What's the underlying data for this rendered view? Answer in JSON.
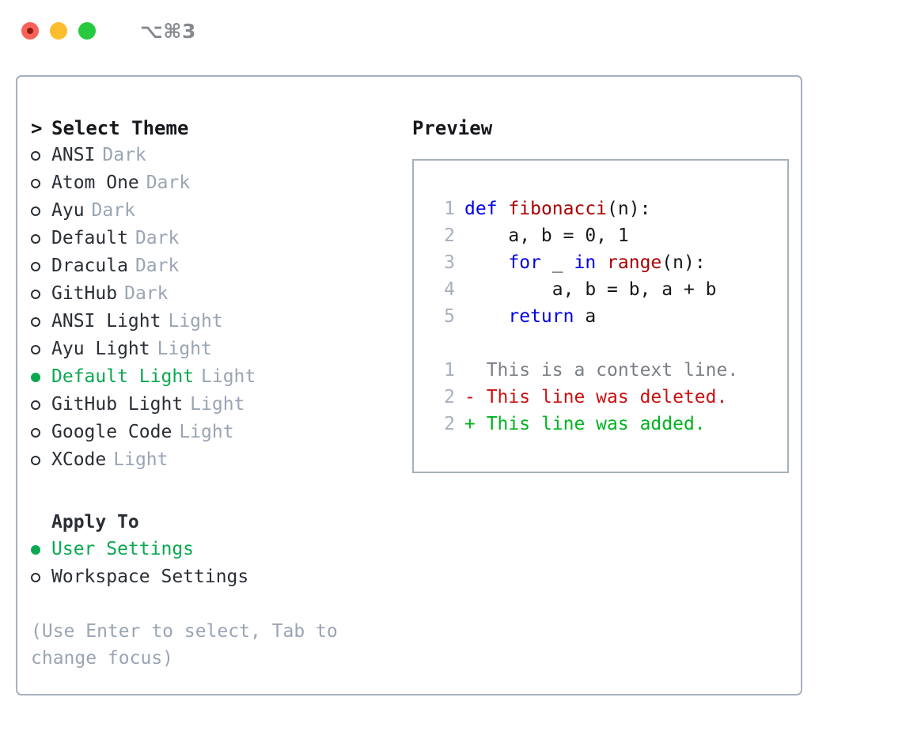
{
  "titlebar": {
    "buttons": [
      "close",
      "minimize",
      "maximize"
    ],
    "shortcut": "⌥⌘3"
  },
  "theme_panel": {
    "heading": "Select Theme",
    "heading_prefix": ">",
    "bullet_selected": "●",
    "bullet_unselected": "○",
    "selected_color": "#0aa850",
    "items": [
      {
        "label": "ANSI",
        "tag": "Dark",
        "selected": false
      },
      {
        "label": "Atom One",
        "tag": "Dark",
        "selected": false
      },
      {
        "label": "Ayu",
        "tag": "Dark",
        "selected": false
      },
      {
        "label": "Default",
        "tag": "Dark",
        "selected": false
      },
      {
        "label": "Dracula",
        "tag": "Dark",
        "selected": false
      },
      {
        "label": "GitHub",
        "tag": "Dark",
        "selected": false
      },
      {
        "label": "ANSI Light",
        "tag": "Light",
        "selected": false
      },
      {
        "label": "Ayu Light",
        "tag": "Light",
        "selected": false
      },
      {
        "label": "Default Light",
        "tag": "Light",
        "selected": true
      },
      {
        "label": "GitHub Light",
        "tag": "Light",
        "selected": false
      },
      {
        "label": "Google Code",
        "tag": "Light",
        "selected": false
      },
      {
        "label": "XCode",
        "tag": "Light",
        "selected": false
      }
    ]
  },
  "apply_to": {
    "heading": "Apply To",
    "items": [
      {
        "label": "User Settings",
        "selected": true
      },
      {
        "label": "Workspace Settings",
        "selected": false
      }
    ]
  },
  "hint": "(Use Enter to select, Tab to change focus)",
  "preview": {
    "title": "Preview",
    "code_lines": [
      {
        "no": "1",
        "tokens": [
          {
            "text": "def",
            "type": "keyword"
          },
          {
            "text": " ",
            "type": "plain"
          },
          {
            "text": "fibonacci",
            "type": "function"
          },
          {
            "text": "(n):",
            "type": "plain"
          }
        ]
      },
      {
        "no": "2",
        "tokens": [
          {
            "text": "    a, b = 0, 1",
            "type": "plain"
          }
        ]
      },
      {
        "no": "3",
        "tokens": [
          {
            "text": "    ",
            "type": "plain"
          },
          {
            "text": "for",
            "type": "keyword"
          },
          {
            "text": " _ ",
            "type": "plain"
          },
          {
            "text": "in",
            "type": "keyword"
          },
          {
            "text": " ",
            "type": "plain"
          },
          {
            "text": "range",
            "type": "function"
          },
          {
            "text": "(n):",
            "type": "plain"
          }
        ]
      },
      {
        "no": "4",
        "tokens": [
          {
            "text": "        a, b = b, a + b",
            "type": "plain"
          }
        ]
      },
      {
        "no": "5",
        "tokens": [
          {
            "text": "    ",
            "type": "plain"
          },
          {
            "text": "return",
            "type": "keyword"
          },
          {
            "text": " a",
            "type": "plain"
          }
        ]
      }
    ],
    "diff_lines": [
      {
        "no": "1",
        "marker": " ",
        "text": "This is a context line.",
        "type": "context"
      },
      {
        "no": "2",
        "marker": "-",
        "text": "This line was deleted.",
        "type": "deleted"
      },
      {
        "no": "2",
        "marker": "+",
        "text": "This line was added.",
        "type": "added"
      }
    ],
    "syntax_colors": {
      "keyword": "#0000e6",
      "function": "#aa0000",
      "plain": "#16181c",
      "lineno": "#a7b0bf",
      "diff_context": "#7b7f86",
      "diff_deleted": "#cc1111",
      "diff_added": "#00b421"
    }
  }
}
